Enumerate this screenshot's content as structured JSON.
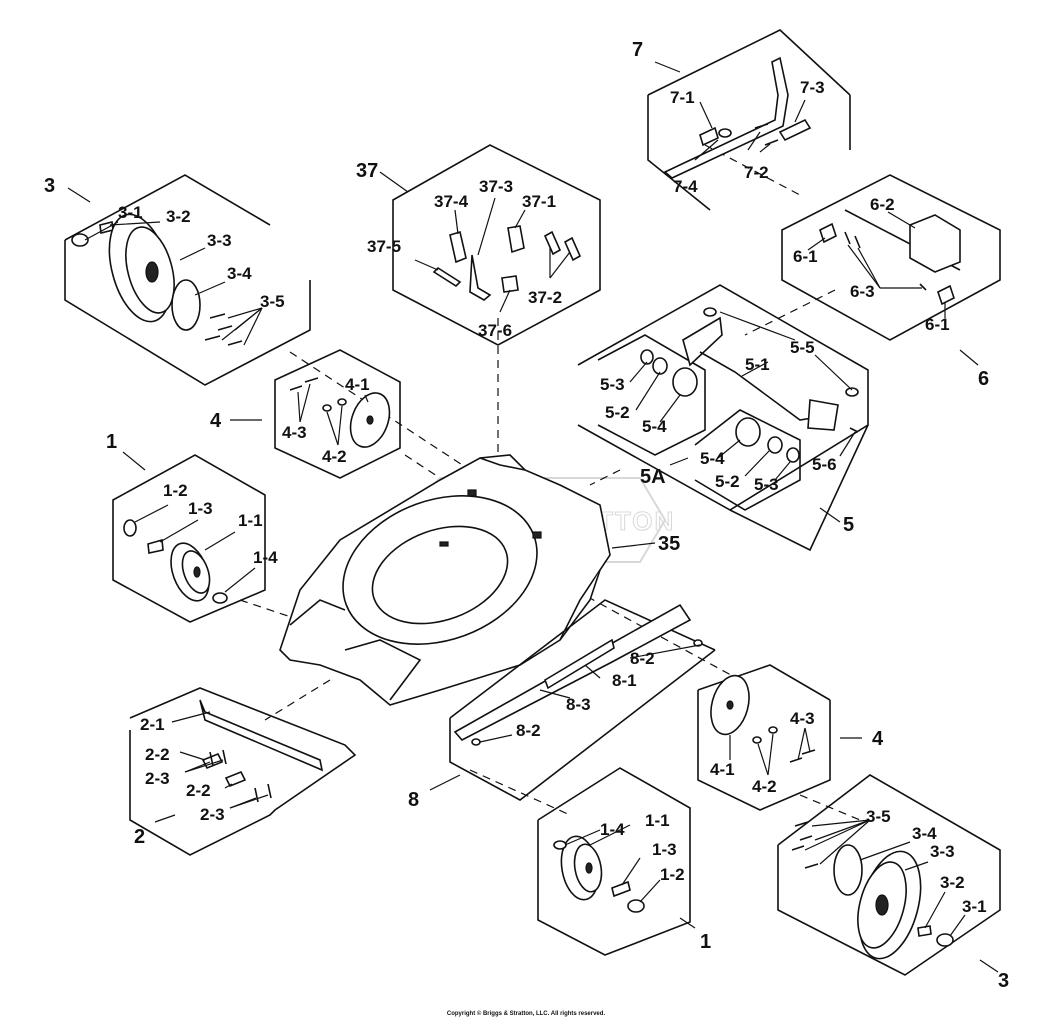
{
  "watermark": "BRIGGS&STRATTON",
  "copyright": "Copyright © Briggs & Stratton, LLC. All rights reserved.",
  "labels": {
    "g7": "7",
    "p7_1": "7-1",
    "p7_3": "7-3",
    "p7_4": "7-4",
    "p7_2": "7-2",
    "g37": "37",
    "p37_4": "37-4",
    "p37_3": "37-3",
    "p37_1": "37-1",
    "p37_5": "37-5",
    "p37_2": "37-2",
    "p37_6": "37-6",
    "g3a": "3",
    "p3a_1": "3-1",
    "p3a_2": "3-2",
    "p3a_3": "3-3",
    "p3a_4": "3-4",
    "p3a_5": "3-5",
    "p6_2": "6-2",
    "p6_1a": "6-1",
    "p6_3": "6-3",
    "p6_1b": "6-1",
    "g6": "6",
    "p5_5": "5-5",
    "p5_1": "5-1",
    "p5_3a": "5-3",
    "p5_2a": "5-2",
    "p5_4a": "5-4",
    "p5_4b": "5-4",
    "p5_2b": "5-2",
    "p5_3b": "5-3",
    "p5_6": "5-6",
    "g5A": "5A",
    "g5": "5",
    "g4a": "4",
    "p4a_1": "4-1",
    "p4a_3": "4-3",
    "p4a_2": "4-2",
    "g1a": "1",
    "p1a_2": "1-2",
    "p1a_3": "1-3",
    "p1a_1": "1-1",
    "p1a_4": "1-4",
    "g35": "35",
    "p8_2a": "8-2",
    "p8_1": "8-1",
    "p8_3": "8-3",
    "p8_2b": "8-2",
    "g8": "8",
    "p2_1": "2-1",
    "p2_2a": "2-2",
    "p2_3a": "2-3",
    "p2_2b": "2-2",
    "p2_3b": "2-3",
    "g2": "2",
    "p4b_3": "4-3",
    "g4b": "4",
    "p4b_1": "4-1",
    "p4b_2": "4-2",
    "p1b_4": "1-4",
    "p1b_1": "1-1",
    "p1b_3": "1-3",
    "p1b_2": "1-2",
    "g1b": "1",
    "p3b_5": "3-5",
    "p3b_4": "3-4",
    "p3b_3": "3-3",
    "p3b_2": "3-2",
    "p3b_1": "3-1",
    "g3b": "3"
  }
}
